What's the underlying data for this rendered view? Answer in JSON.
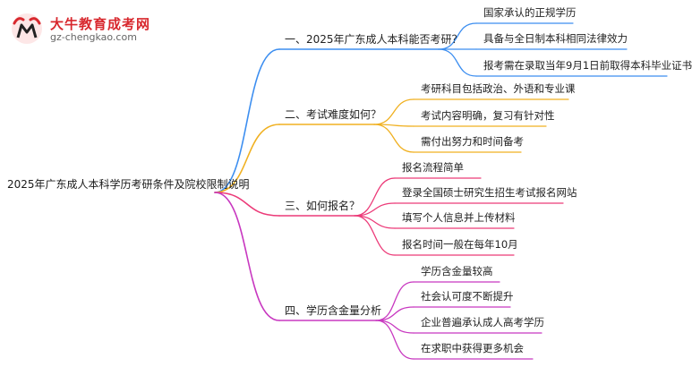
{
  "logo": {
    "name": "大牛教育成考网",
    "url": "gz-chengkao.com"
  },
  "colors": {
    "blue": "#3c8ef0",
    "orange": "#f0b020",
    "pink": "#ec3a78",
    "magenta": "#c838c0"
  },
  "root": "2025年广东成人本科学历考研条件及院校限制说明",
  "branches": [
    {
      "label": "一、2025年广东成人本科能否考研？",
      "leaves": [
        "国家承认的正规学历",
        "具备与全日制本科相同法律效力",
        "报考需在录取当年9月1日前取得本科毕业证书"
      ]
    },
    {
      "label": "二、考试难度如何？",
      "leaves": [
        "考研科目包括政治、外语和专业课",
        "考试内容明确，复习有针对性",
        "需付出努力和时间备考"
      ]
    },
    {
      "label": "三、如何报名？",
      "leaves": [
        "报名流程简单",
        "登录全国硕士研究生招生考试报名网站",
        "填写个人信息并上传材料",
        "报名时间一般在每年10月"
      ]
    },
    {
      "label": "四、学历含金量分析",
      "leaves": [
        "学历含金量较高",
        "社会认可度不断提升",
        "企业普遍承认成人高考学历",
        "在求职中获得更多机会"
      ]
    }
  ]
}
